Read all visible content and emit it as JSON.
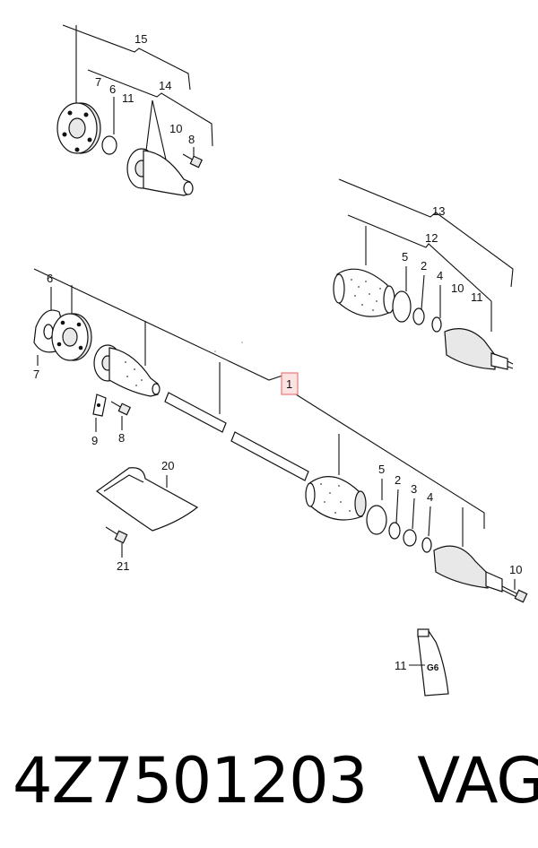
{
  "callouts": {
    "c15": "15",
    "c14": "14",
    "c7a": "7",
    "c6a": "6",
    "c11a": "11",
    "c10a": "10",
    "c8a": "8",
    "c13": "13",
    "c12": "12",
    "c5a": "5",
    "c2a": "2",
    "c4a": "4",
    "c10b": "10",
    "c11b": "11",
    "c6b": "6",
    "c7b": "7",
    "c9": "9",
    "c8b": "8",
    "c1": "1",
    "c20": "20",
    "c21": "21",
    "c5b": "5",
    "c2b": "2",
    "c3": "3",
    "c4b": "4",
    "c10c": "10",
    "c11c": "11"
  },
  "grease_label": "G6",
  "caption": {
    "part_number": "4Z7501203",
    "brand": "VAG"
  },
  "colors": {
    "highlight_box": "#f08080",
    "highlight_fill": "#fde2e2"
  }
}
